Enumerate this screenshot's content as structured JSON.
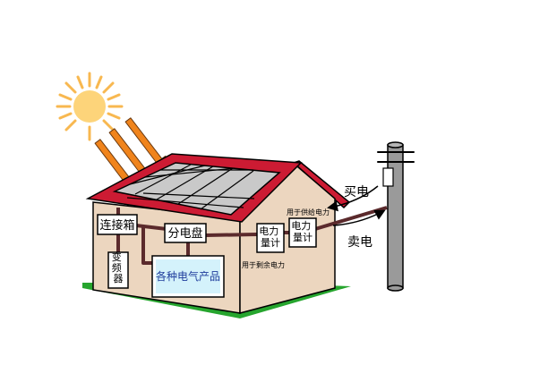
{
  "labels": {
    "junction_box": "连接箱",
    "inverter": "变频器",
    "distribution_board": "分电盘",
    "meter_1": "电力量计",
    "meter_2": "电力量计",
    "appliances": "各种电气产品",
    "surplus_power": "用于剩余电力",
    "supply_power": "用于供给电力",
    "buy_power": "买电",
    "sell_power": "卖电"
  },
  "colors": {
    "sun": "#fdd47a",
    "sun_rays": "#f8b850",
    "light_arrows": "#f0841c",
    "roof": "#cc1b33",
    "wall": "#ecd6bf",
    "solar_panel": "#c9c9c9",
    "ground": "#26a52e",
    "wire": "#5b2a2c",
    "appliance_panel": "#d4f2fb",
    "appliance_text": "#1f3d9c",
    "pole": "#9a9a9a"
  },
  "icons": {
    "sun": "sun-icon",
    "pole": "utility-pole-icon"
  }
}
